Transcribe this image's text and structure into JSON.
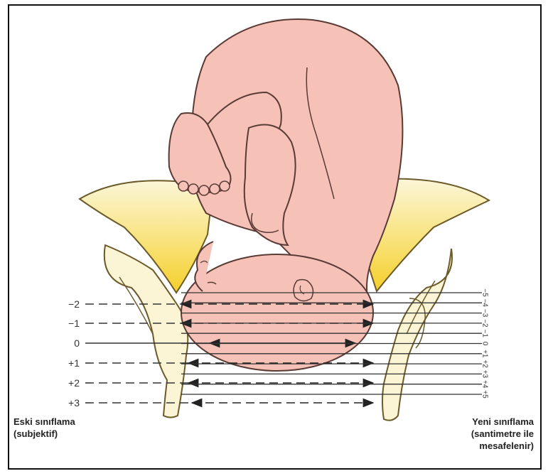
{
  "left_scale": {
    "labels": [
      "−2",
      "−1",
      "0",
      "+1",
      "+2",
      "+3"
    ]
  },
  "right_scale": {
    "labels": [
      "−5",
      "−4",
      "−3",
      "−2",
      "−1",
      "0",
      "+1",
      "+2",
      "+3",
      "+4",
      "+5"
    ]
  },
  "captions": {
    "old_line1": "Eski sınıflama",
    "old_line2": "(subjektif)",
    "new_line1": "Yeni sınıflama",
    "new_line2": "(santimetre ile",
    "new_line3": "mesafelenir)"
  },
  "colors": {
    "skin": "#f6c2b8",
    "skin_outline": "#5a3a34",
    "bone": "#fbf4cf",
    "bone_shade": "#f5d33a",
    "line": "#333333"
  }
}
